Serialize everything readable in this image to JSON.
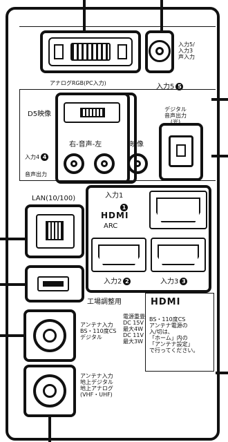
{
  "labels": {
    "input5_audio": "入力5/\n入力3\n声入力",
    "analog_rgb_caption": "アナログRGB(PC入力)",
    "input5": "入力5",
    "input5_badge": "5",
    "digital_audio_out": "デジタル\n音声出力\n(光)",
    "d5": "D5映像",
    "right_audio_left": "右-音声-左",
    "video": "映像",
    "input4": "入力4",
    "input4_badge": "4",
    "audio_out": "音声出力",
    "lan": "LAN(10/100)",
    "input1": "入力1",
    "input1_badge": "1",
    "hdmi_logo_small": "HDMI",
    "arc": "ARC",
    "input2": "入力2",
    "input2_badge": "2",
    "input3": "入力3",
    "input3_badge": "3",
    "factory": "工場調整用",
    "hdmi_logo": "HDMI",
    "antenna_bs": "アンテナ入力\nBS・110度CS\nデジタル",
    "power_spec": "電源重畳\nDC 15V\n最大4W\nDC 11V\n最大3W",
    "bs_note": "BS・110度CS\nアンテナ電源の\n入/切は、\n「ホーム」内の\n「アンテナ設定」\nで行ってください。",
    "antenna_terrestrial": "アンテナ入力\n地上デジタル\n地上アナログ\n(VHF・UHF)"
  }
}
